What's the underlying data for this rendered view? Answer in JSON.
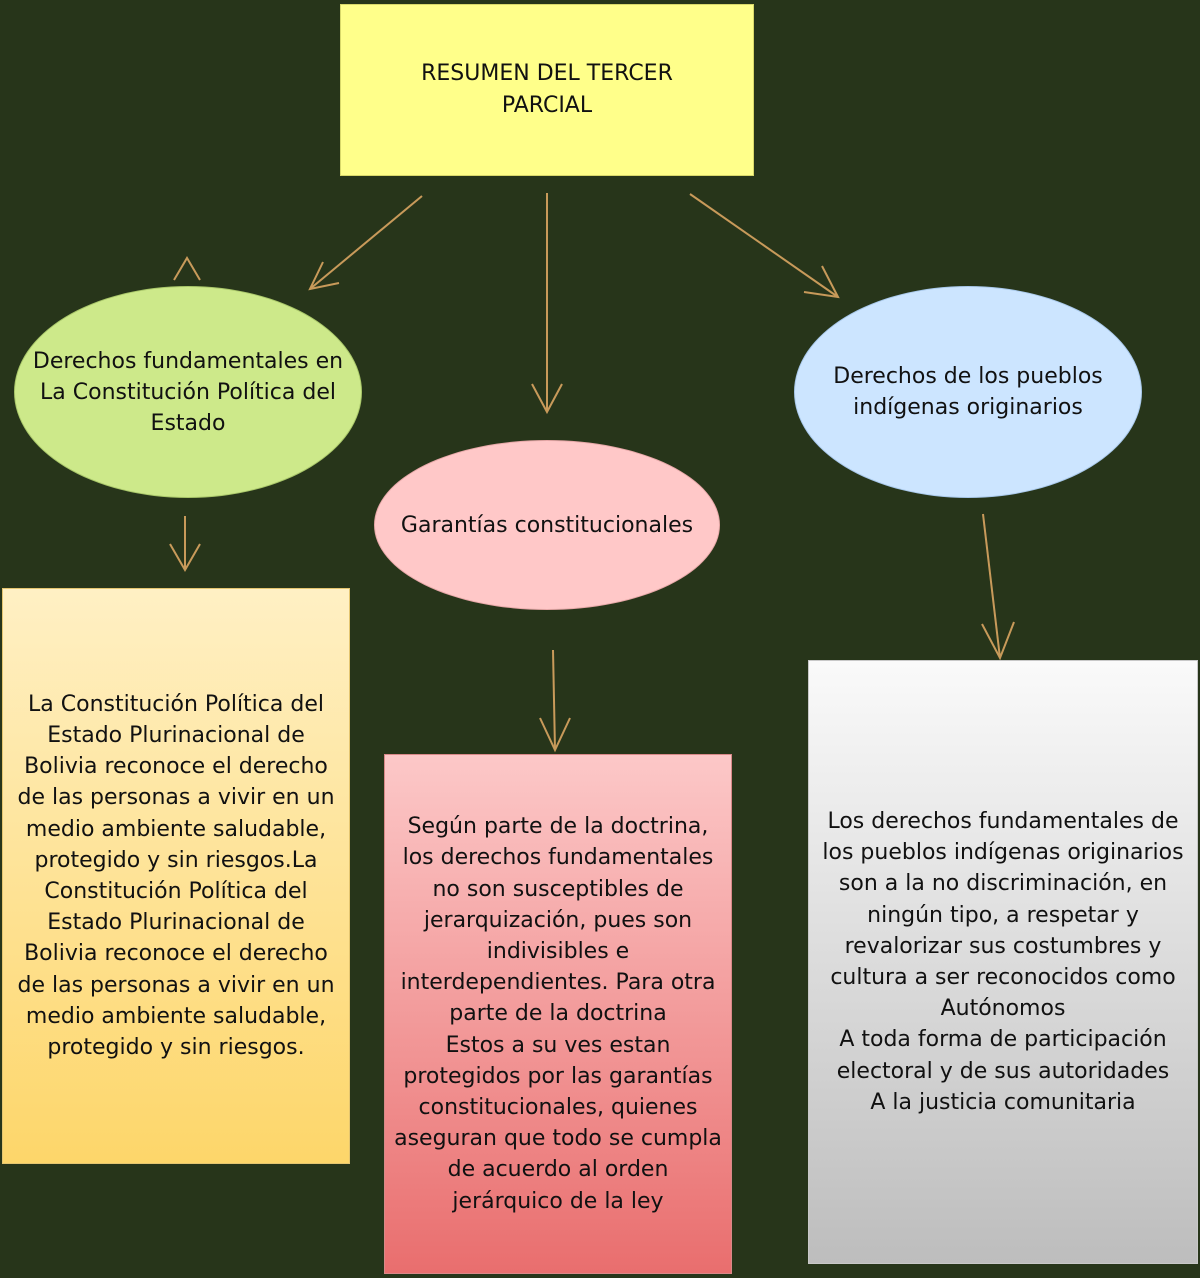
{
  "title": "RESUMEN DEL TERCER\nPARCIAL",
  "nodes": {
    "derechos_fundamentales": "Derechos fundamentales en La Constitución Política del Estado",
    "garantias": "Garantías constitucionales",
    "pueblos": "Derechos de los pueblos indígenas originarios"
  },
  "boxes": {
    "constitucion": "La Constitución Política del Estado Plurinacional de Bolivia reconoce el derecho de las personas a vivir en un medio ambiente saludable, protegido y sin riesgos.La Constitución Política del Estado Plurinacional de Bolivia reconoce el derecho de las personas a vivir en un medio ambiente saludable, protegido y sin riesgos.",
    "doctrina": "Según parte de la doctrina, los derechos fundamentales no son susceptibles de jerarquización, pues son indivisibles e interdependientes. Para otra parte de la doctrina\nEstos a su ves estan protegidos por las garantías constitucionales, quienes aseguran que todo se cumpla de acuerdo al orden jerárquico de la ley",
    "indigenas": "Los derechos fundamentales de los pueblos indígenas originarios son a la no discriminación, en ningún tipo, a respetar y revalorizar sus costumbres y cultura a ser reconocidos como Autónomos\nA toda forma de participación electoral y de sus autoridades\nA la justicia comunitaria"
  },
  "colors": {
    "background": "#27351a",
    "arrow": "#c89a5a",
    "title_fill": "#ffff8a",
    "green_fill": "#cde98a",
    "pink_fill": "#ffc8c8",
    "blue_fill": "#cce5ff"
  }
}
